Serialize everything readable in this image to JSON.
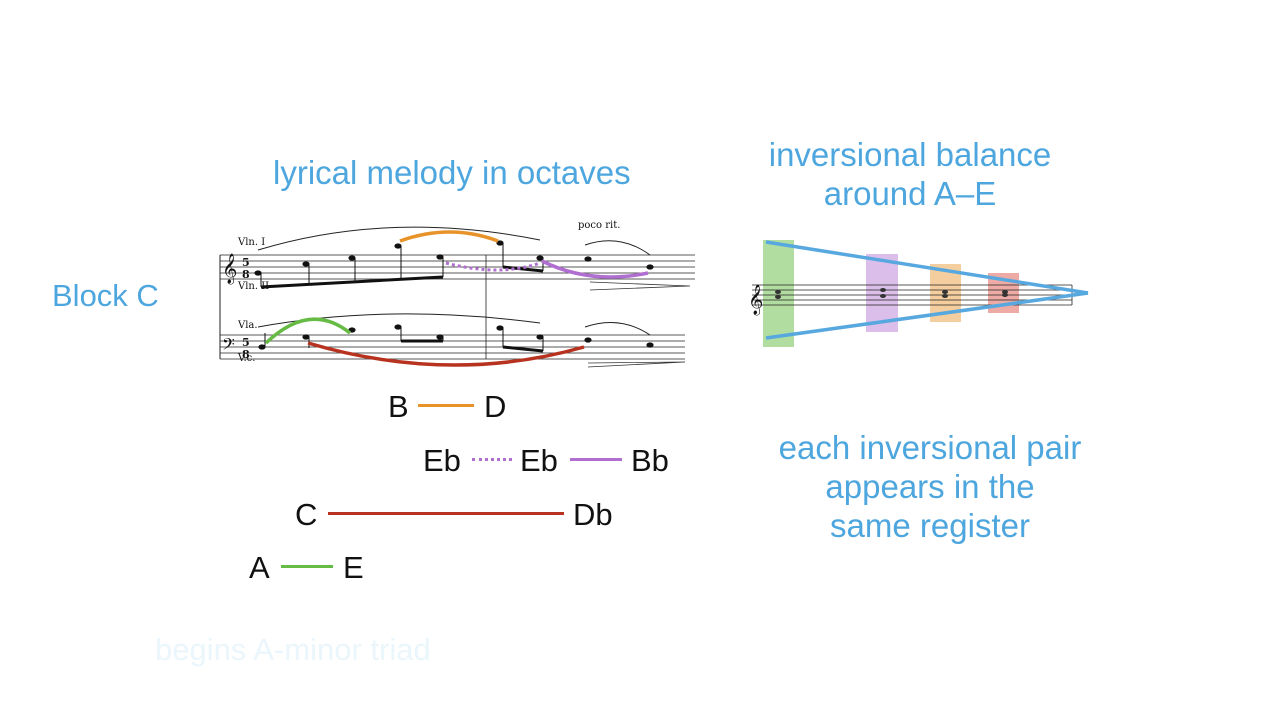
{
  "labels": {
    "block": "Block C",
    "melody": "lyrical melody in octaves",
    "balance_line1": "inversional balance",
    "balance_line2": "around A–E",
    "register_line1": "each inversional pair",
    "register_line2": "appears in the",
    "register_line3": "same register",
    "faded": "begins A-minor triad"
  },
  "score": {
    "violin1": "Vln. I",
    "violin2": "Vln. II",
    "viola": "Vla.",
    "cello": "V.c.",
    "time_top": "5",
    "time_bottom": "8",
    "tempo_marking": "poco rit."
  },
  "pairs": [
    {
      "left": "B",
      "right": "D",
      "color": "#e8922a",
      "style": "solid"
    },
    {
      "left": "Eb",
      "middle": "Eb",
      "right": "Bb",
      "color": "#b06fd0",
      "style": "dotted-solid"
    },
    {
      "left": "C",
      "right": "Db",
      "color": "#b83220",
      "style": "solid"
    },
    {
      "left": "A",
      "right": "E",
      "color": "#66bb44",
      "style": "solid"
    }
  ],
  "colors": {
    "text_blue": "#4da6de",
    "green": "#66bb44",
    "orange": "#e8922a",
    "purple": "#b06fd0",
    "red": "#b83220",
    "wedge": "#58a8e0"
  }
}
